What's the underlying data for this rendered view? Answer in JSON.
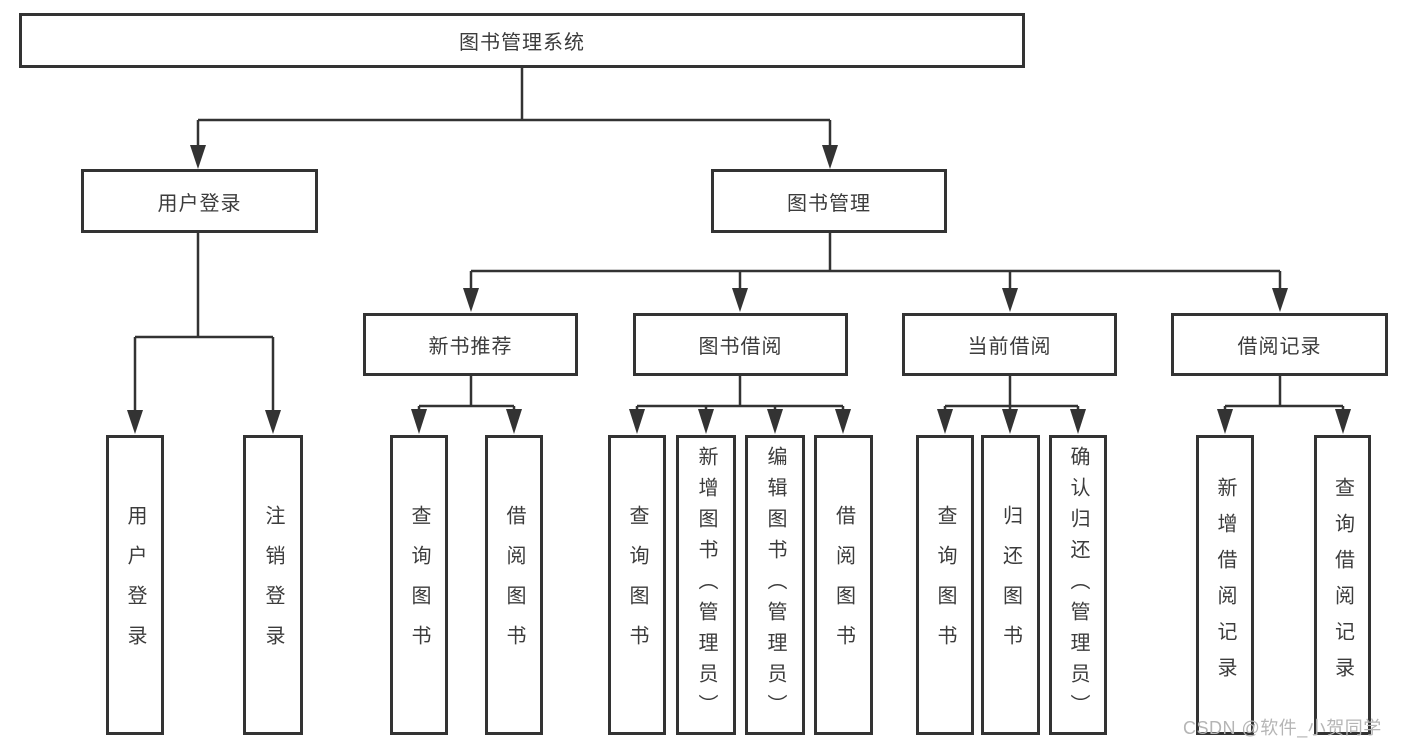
{
  "diagram": {
    "type": "hierarchy-tree",
    "colors": {
      "line": "#333333",
      "box_border": "#333333",
      "box_fill": "#ffffff",
      "text": "#3c3c3c",
      "watermark": "#b5b5b5",
      "background": "#ffffff"
    },
    "watermark": "CSDN @软件_小贺同学",
    "nodes": {
      "root": {
        "label": "图书管理系统"
      },
      "level2": [
        {
          "id": "user-login",
          "label": "用户登录",
          "parent": "图书管理系统"
        },
        {
          "id": "book-management",
          "label": "图书管理",
          "parent": "图书管理系统"
        }
      ],
      "level3": [
        {
          "id": "new-book-recommend",
          "label": "新书推荐",
          "parent": "图书管理"
        },
        {
          "id": "book-borrowing",
          "label": "图书借阅",
          "parent": "图书管理"
        },
        {
          "id": "current-borrowing",
          "label": "当前借阅",
          "parent": "图书管理"
        },
        {
          "id": "borrowing-records",
          "label": "借阅记录",
          "parent": "图书管理"
        }
      ],
      "leaves": [
        {
          "id": "leaf-user-login",
          "label": "用户登录",
          "parent": "用户登录"
        },
        {
          "id": "leaf-logout",
          "label": "注销登录",
          "parent": "用户登录"
        },
        {
          "id": "leaf-query-books-recommend",
          "label": "查询图书",
          "parent": "新书推荐"
        },
        {
          "id": "leaf-borrow-books-recommend",
          "label": "借阅图书",
          "parent": "新书推荐"
        },
        {
          "id": "leaf-query-books-borrow",
          "label": "查询图书",
          "parent": "图书借阅"
        },
        {
          "id": "leaf-add-books-admin",
          "label": "新增图书（管理员）",
          "parent": "图书借阅"
        },
        {
          "id": "leaf-edit-books-admin",
          "label": "编辑图书（管理员）",
          "parent": "图书借阅"
        },
        {
          "id": "leaf-borrow-books-borrow",
          "label": "借阅图书",
          "parent": "图书借阅"
        },
        {
          "id": "leaf-query-books-current",
          "label": "查询图书",
          "parent": "当前借阅"
        },
        {
          "id": "leaf-return-books",
          "label": "归还图书",
          "parent": "当前借阅"
        },
        {
          "id": "leaf-confirm-return-admin",
          "label": "确认归还（管理员）",
          "parent": "当前借阅"
        },
        {
          "id": "leaf-add-borrow-record",
          "label": "新增借阅记录",
          "parent": "借阅记录"
        },
        {
          "id": "leaf-query-borrow-record",
          "label": "查询借阅记录",
          "parent": "借阅记录"
        }
      ]
    }
  }
}
